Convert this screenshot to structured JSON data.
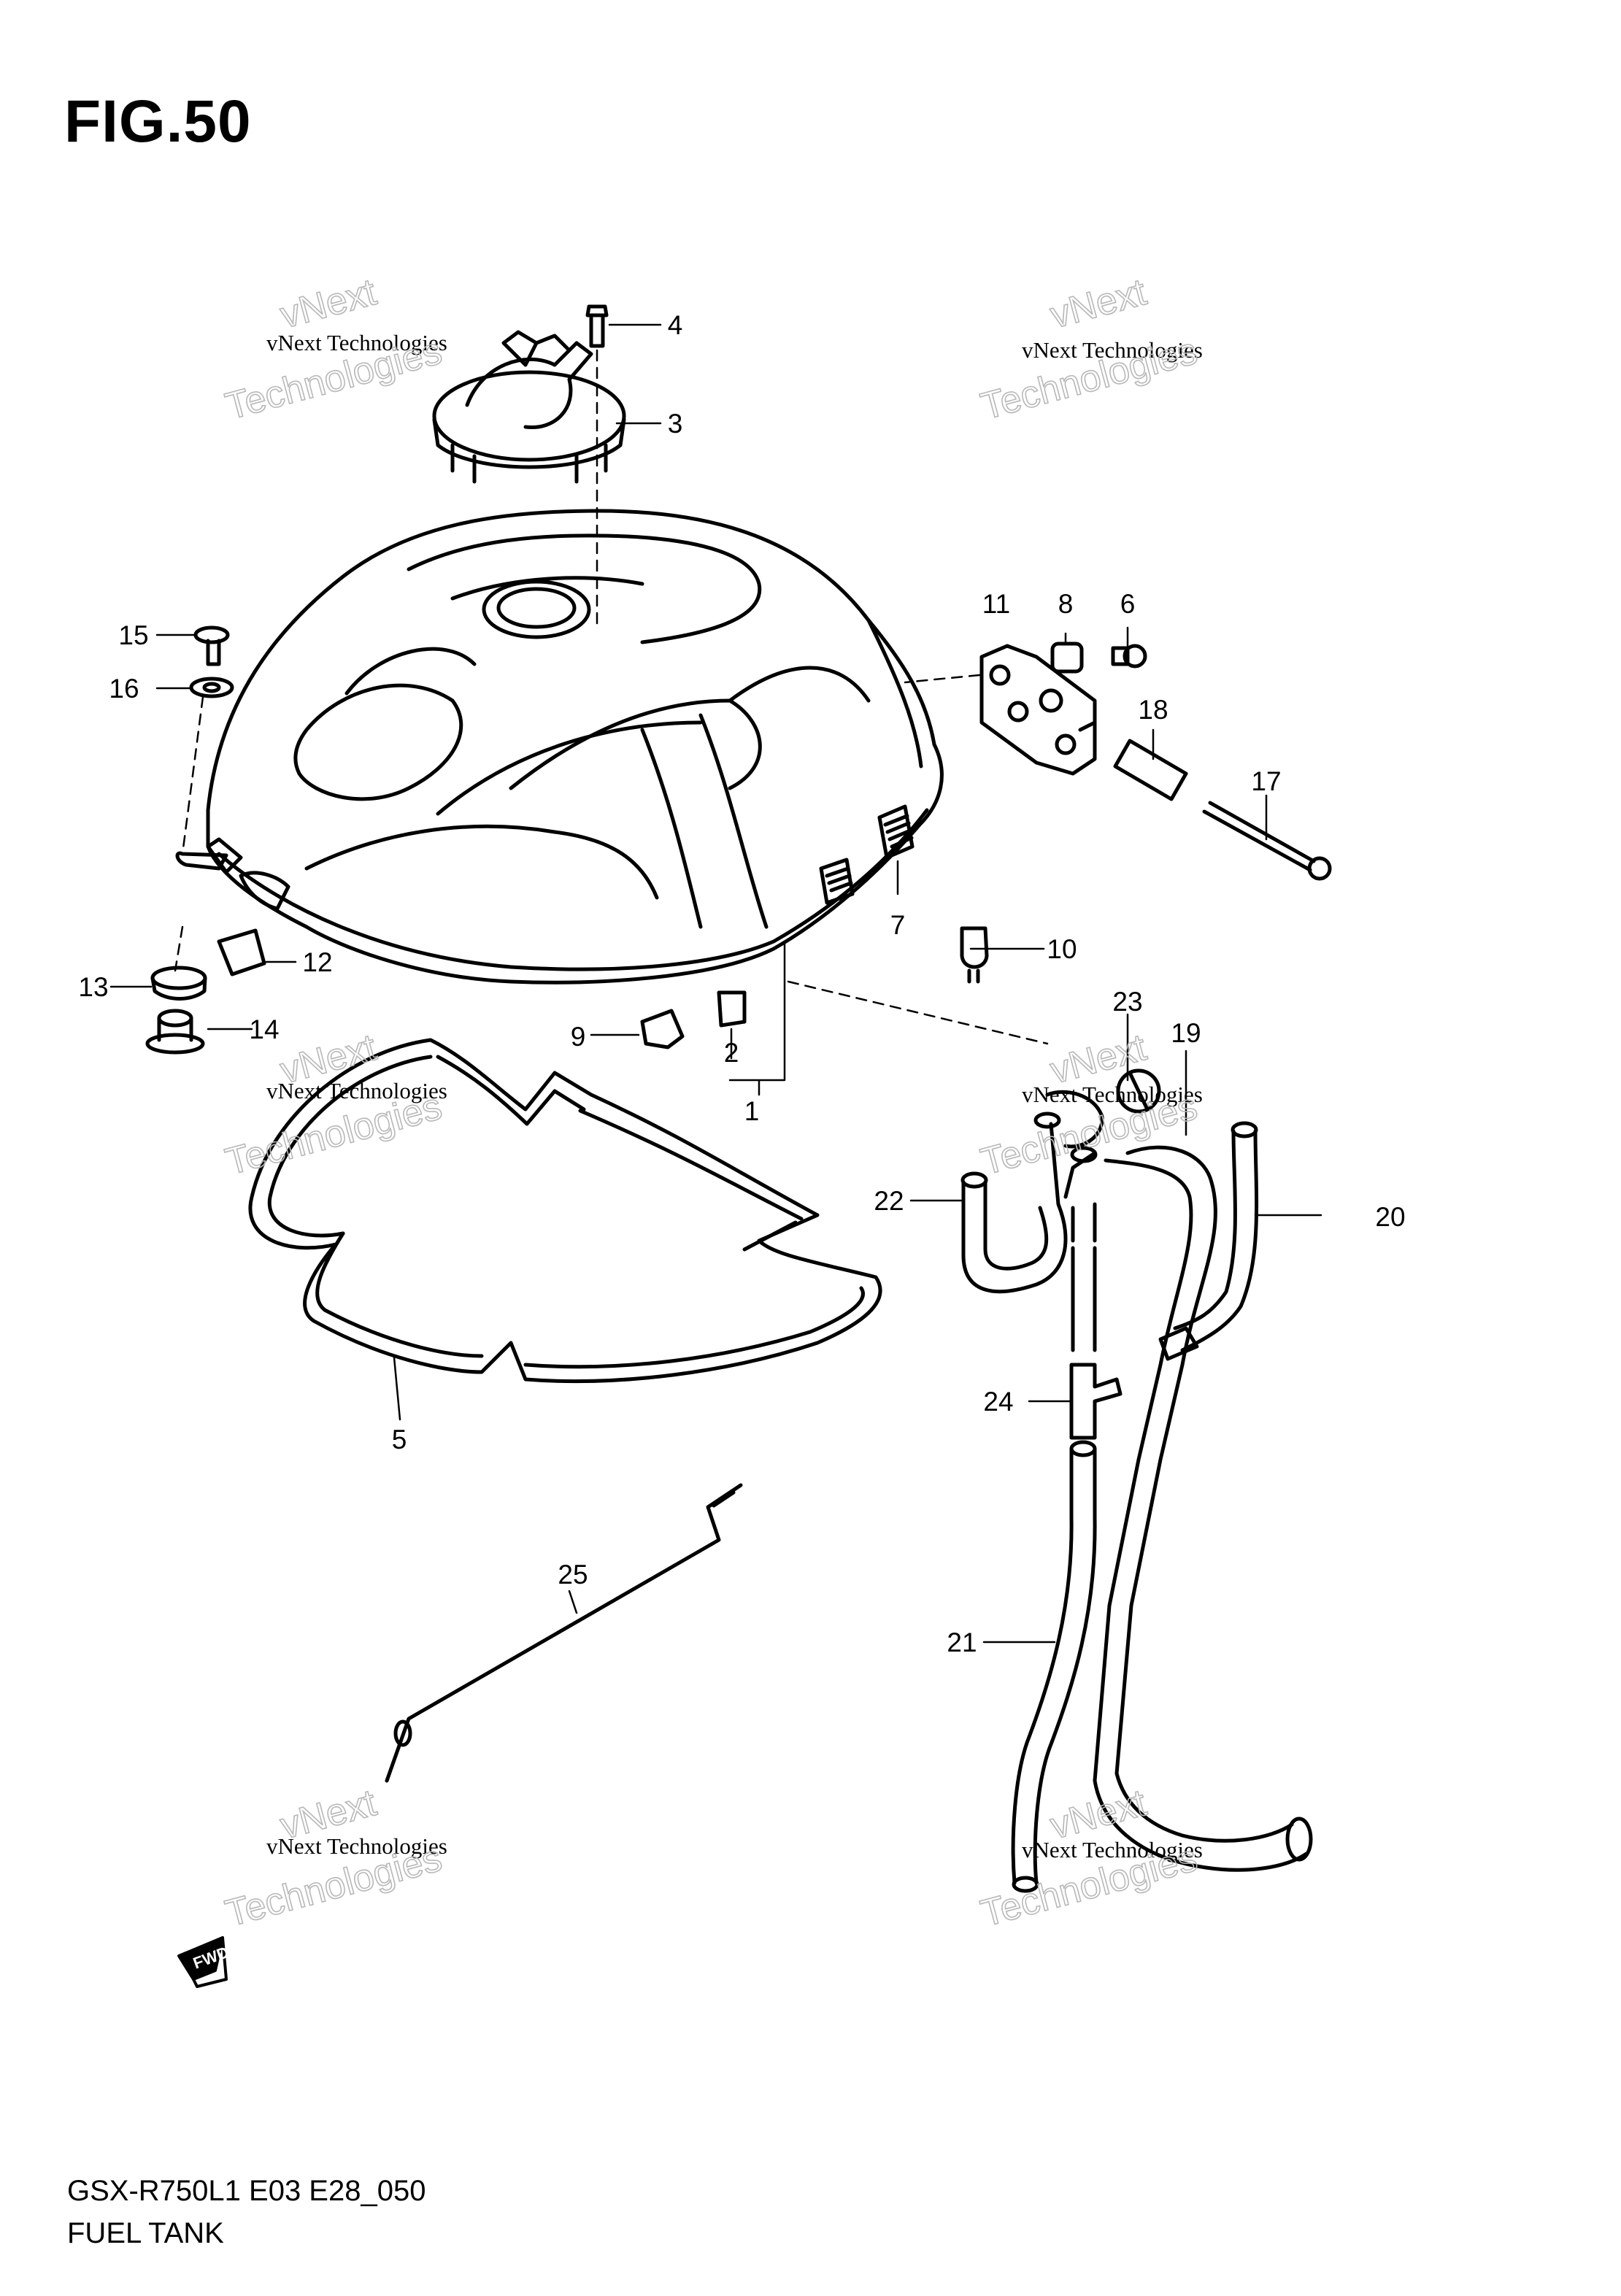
{
  "figure": {
    "title": "FIG.50"
  },
  "footer": {
    "model_code": "GSX-R750L1 E03 E28_050",
    "part_group": "FUEL TANK"
  },
  "watermark": {
    "line1": "vNext Technologies",
    "line2a": "vNext",
    "line2b": "Technologies"
  },
  "fwd_label": "FWD",
  "callouts": [
    "1",
    "2",
    "3",
    "4",
    "5",
    "6",
    "7",
    "8",
    "9",
    "10",
    "11",
    "12",
    "13",
    "14",
    "15",
    "16",
    "17",
    "18",
    "19",
    "20",
    "21",
    "22",
    "23",
    "24",
    "25"
  ]
}
